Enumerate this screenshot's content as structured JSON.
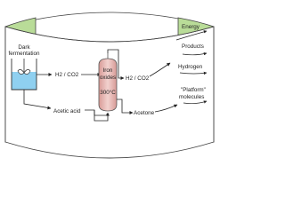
{
  "diagram": {
    "fermentation_label_line1": "Dark",
    "fermentation_label_line2": "fermentation",
    "input_gas": "H2 / CO2",
    "input_acid": "Acetic acid",
    "reactor_label_line1": "Iron",
    "reactor_label_line2": "oxides",
    "reactor_temp": "300°C",
    "output_gas": "H2 / CO2",
    "output_acetone": "Acetone",
    "products": {
      "energy": "Energy",
      "products": "Products",
      "hydrogen": "Hydrogen",
      "platform_line1": "\"Platform\"",
      "platform_line2": "molecules"
    },
    "colors": {
      "band_fill": "#b9dc98",
      "band_stroke": "#444444",
      "band_inner": "#cfe7b6",
      "liquid": "#8fd0f0",
      "reactor_fill": "#e8b8b4",
      "reactor_stroke": "#555555"
    }
  }
}
